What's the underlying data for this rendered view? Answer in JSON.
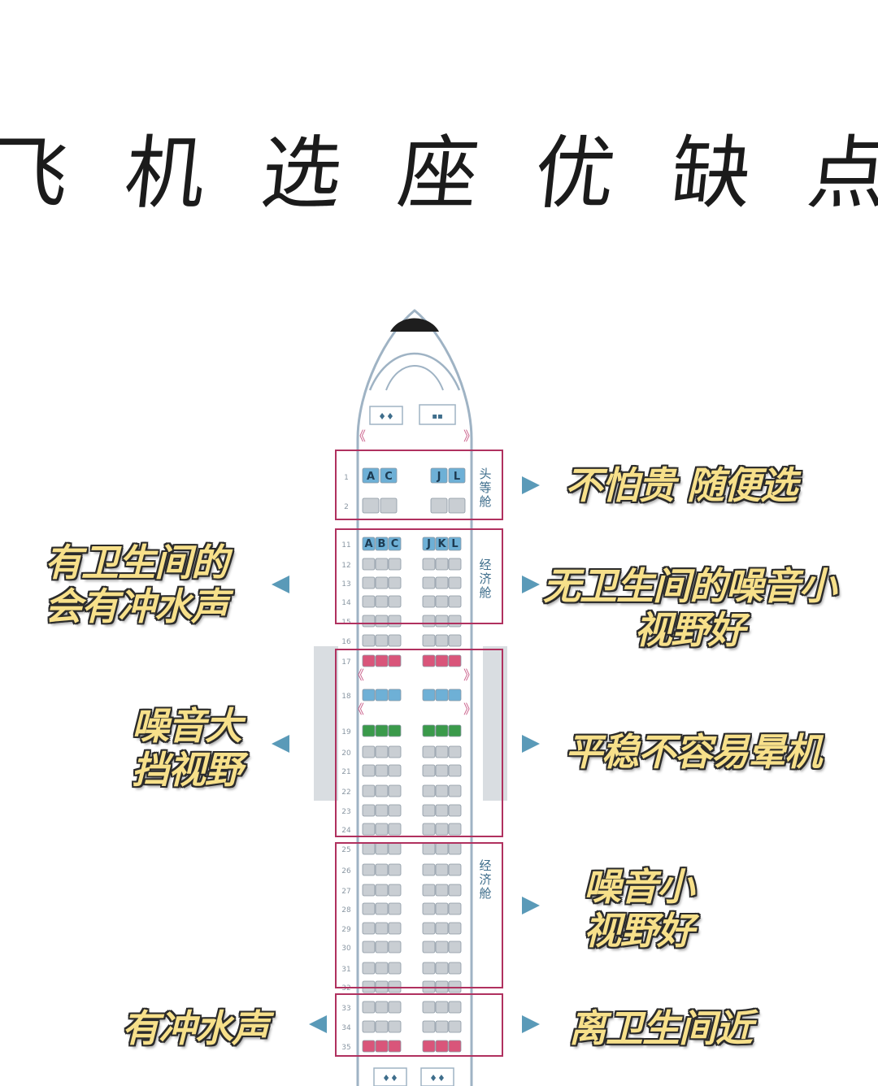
{
  "title_chars": [
    "飞",
    "机",
    "选",
    "座",
    "优",
    "缺",
    "点"
  ],
  "cabins": {
    "first_class_label": "头\n等\n舱",
    "economy_label_1": "经\n济\n舱",
    "economy_label_2": "经\n济\n舱"
  },
  "first_class": {
    "rows": [
      "1",
      "2"
    ],
    "left_seats": [
      "A",
      "C"
    ],
    "right_seats": [
      "J",
      "L"
    ]
  },
  "economy": {
    "header_row": "11",
    "left_seats": [
      "A",
      "B",
      "C"
    ],
    "right_seats": [
      "J",
      "K",
      "L"
    ],
    "rows": [
      "11",
      "12",
      "13",
      "14",
      "15",
      "16",
      "17",
      "18",
      "19",
      "20",
      "21",
      "22",
      "23",
      "24",
      "25",
      "26",
      "27",
      "28",
      "29",
      "30",
      "31",
      "32",
      "33",
      "34",
      "35"
    ]
  },
  "colors": {
    "zone_border": "#b0315f",
    "seat_gray": "#c9ced3",
    "seat_blue": "#6eb0d6",
    "seat_red": "#d9557a",
    "seat_green": "#3a9a4a",
    "callout_text": "#f7e08a",
    "arrow": "#5a9ab8"
  },
  "callouts": {
    "first_class_right": "不怕贵 随便选",
    "front_economy_left": "有卫生间的\n会有冲水声",
    "front_economy_right": "无卫生间的噪音小\n视野好",
    "wing_left": "噪音大\n挡视野",
    "wing_right": "平稳不容易晕机",
    "rear_economy_right": "噪音小\n视野好",
    "tail_left": "有冲水声",
    "tail_right": "离卫生间近"
  }
}
